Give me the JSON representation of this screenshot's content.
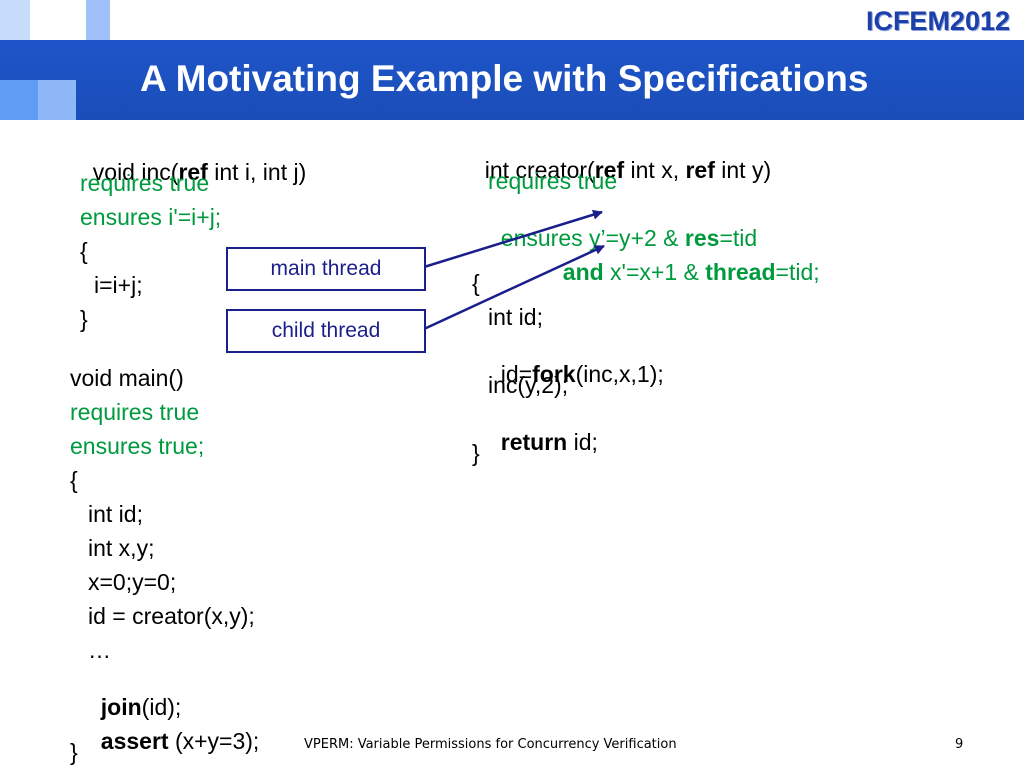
{
  "header": {
    "title": "A Motivating Example with Specifications",
    "logo": "ICFEM2012"
  },
  "colors": {
    "title_bar": "#1e55c9",
    "spec_green": "#009a3e",
    "callout_border": "#1a1f8c",
    "square_light": "#5f9cf3",
    "square_mid": "#3a6fe0"
  },
  "inc_function": {
    "line1_a": "void inc(",
    "line1_ref": "ref",
    "line1_b": " int i, int j)",
    "requires": "requires true",
    "ensures": "ensures i'=i+j;",
    "open_brace": "{",
    "body": "i=i+j;",
    "close_brace": "}"
  },
  "main_function": {
    "signature": "void main()",
    "requires": "requires true",
    "ensures": "ensures true;",
    "open_brace": "{",
    "line_id": "int id;",
    "line_xy": "int x,y;",
    "line_init": "x=0;y=0;",
    "line_call": "id = creator(x,y);",
    "line_ellipsis": "…",
    "join_kw": "join",
    "join_rest": "(id);",
    "assert_kw": "assert",
    "assert_rest": " (x+y=3);",
    "close_brace": "}"
  },
  "creator_function": {
    "sig_a": "int creator(",
    "sig_ref1": "ref",
    "sig_b": " int x, ",
    "sig_ref2": "ref",
    "sig_c": " int y)",
    "requires": "requires true",
    "ensures_a": "ensures y’=y+2 & ",
    "ensures_res": "res",
    "ensures_b": "=tid",
    "and_kw": "and",
    "and_a": " x'=x+1 & ",
    "thread_kw": "thread",
    "and_b": "=tid;",
    "open_brace": "{",
    "line_id": "int id;",
    "fork_a": "id=",
    "fork_kw": "fork",
    "fork_b": "(inc,x,1);",
    "line_inc": "inc(y,2);",
    "return_kw": "return",
    "return_rest": " id;",
    "close_brace": "}"
  },
  "callouts": {
    "main_thread": "main thread",
    "child_thread": "child thread"
  },
  "footer": {
    "text": "VPERM: Variable Permissions for Concurrency Verification",
    "page_number": "9"
  }
}
